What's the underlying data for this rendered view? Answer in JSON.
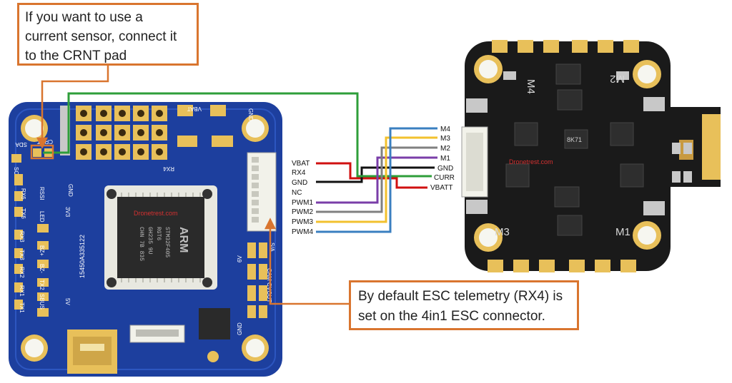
{
  "callouts": {
    "crnt_note": [
      "If you want to use a",
      "current sensor, connect it",
      "to the CRNT pad"
    ],
    "telemetry_note": [
      "By default ESC telemetry (RX4) is",
      "set on the 4in1 ESC connector."
    ]
  },
  "fc_labels": {
    "watermark": "Dronetrest.com",
    "crnt": "CRNT",
    "sda": "SDA",
    "scl": "SCL",
    "rx4": "RX4",
    "vbat": "VBAT",
    "gnd": "GND",
    "rssi": "RSSI",
    "txd": "TX6",
    "rxd": "RX6",
    "led": "LED",
    "v33": "3V3",
    "rx3": "RX3",
    "tx3": "TX3",
    "bz": "BZ+",
    "bzm": "BZ-",
    "rx2": "RX2",
    "tx2": "TX2",
    "sbus": "SBUS",
    "tx1": "TX1",
    "rx1": "RX1",
    "v5": "5V",
    "v6": "6V",
    "vout": "VOUT",
    "camc": "CAM C",
    "sa": "S/A",
    "arm": "ARM",
    "chip_text": [
      "STM32F405",
      "RGT6",
      "GH235 9U",
      "CHN 7B 835"
    ],
    "serial": "15450A335122"
  },
  "connector_left": {
    "labels": [
      "VBAT",
      "RX4",
      "GND",
      "NC",
      "PWM1",
      "PWM2",
      "PWM3",
      "PWM4"
    ]
  },
  "connector_right": {
    "labels": [
      "M4",
      "M3",
      "M2",
      "M1",
      "GND",
      "CURR",
      "VBATT"
    ]
  },
  "esc_labels": {
    "watermark": "Dronetrest.com",
    "m1": "M1",
    "m2": "M2",
    "m3": "M3",
    "m4": "M4",
    "regulator": "8K71"
  },
  "colors": {
    "callout_border": "#d9752f",
    "fc_board": "#1d3f9e",
    "esc_board": "#1a1a1a",
    "gold": "#e8c05a",
    "wire_vbat": "#d01010",
    "wire_rx4": "#d01010",
    "wire_gnd": "#111111",
    "wire_green": "#2e9e3a",
    "wire_pwm1": "#7a3ea8",
    "wire_pwm2": "#808080",
    "wire_pwm3": "#f2c12e",
    "wire_pwm4": "#3a7fc0"
  }
}
